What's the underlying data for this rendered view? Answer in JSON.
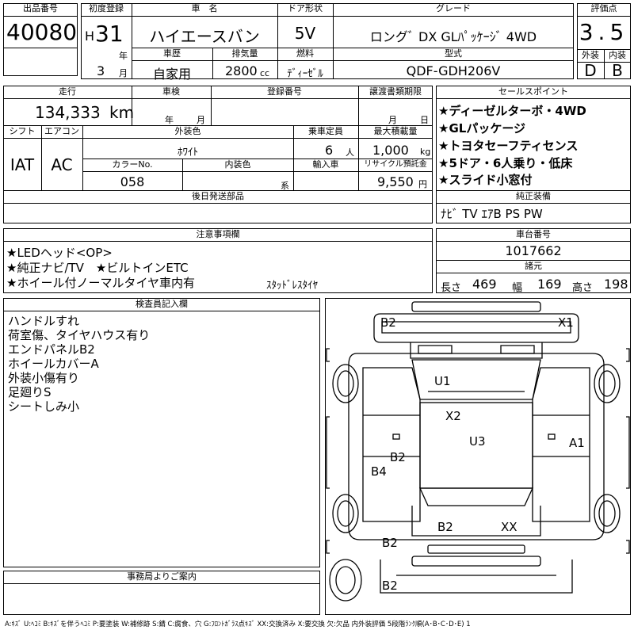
{
  "top": {
    "lot_no_label": "出品番号",
    "lot_no": "40080",
    "first_reg_label": "初度登録",
    "era_letter": "H",
    "year": "31",
    "year_unit": "年",
    "month": "3",
    "month_unit": "月",
    "name_label": "車　名",
    "name": "ハイエースバン",
    "door_label": "ドア形状",
    "door": "5V",
    "grade_label": "グレード",
    "grade": "ロングﾞ DX GLﾊﾟｯｹｰｼﾞ 4WD",
    "score_label": "評価点",
    "score": "3.5",
    "history_label": "車歴",
    "history": "自家用",
    "displacement_label": "排気量",
    "displacement": "2800",
    "displacement_unit": "cc",
    "fuel_label": "燃料",
    "fuel": "ﾃﾞｨｰｾﾞﾙ",
    "model_label": "型式",
    "model": "QDF-GDH206V",
    "exterior_label": "外装",
    "interior_label": "内装",
    "exterior": "D",
    "interior": "B"
  },
  "mid": {
    "mileage_label": "走行",
    "mileage": "134,333",
    "mileage_unit": "km",
    "inspection_label": "車検",
    "inspection_year_unit": "年",
    "inspection_month_unit": "月",
    "reg_no_label": "登録番号",
    "transfer_label": "譲渡書類期限",
    "transfer_month_unit": "月",
    "transfer_day_unit": "日",
    "shift_label": "シフト",
    "shift": "IAT",
    "ac_label": "エアコン",
    "ac": "AC",
    "color_label": "外装色",
    "color": "ﾎﾜｲﾄ",
    "capacity_label": "乗車定員",
    "capacity": "6",
    "capacity_unit": "人",
    "maxload_label": "最大積載量",
    "maxload": "1,000",
    "maxload_unit": "kg",
    "color_no_label": "カラーNo.",
    "color_no": "058",
    "int_color_label": "内装色",
    "int_color_unit": "系",
    "import_label": "輸入車",
    "recycle_label": "リサイクル預託金",
    "recycle": "9,550",
    "recycle_unit": "円",
    "later_parts_label": "後日発送部品"
  },
  "sales": {
    "label": "セールスポイント",
    "items": [
      "★ディーゼルターボ・4WD",
      "★GLパッケージ",
      "★トヨタセーフティセンス",
      "★5ドア・6人乗り・低床",
      "★スライド小窓付"
    ]
  },
  "equipment": {
    "label": "純正装備",
    "text": "ﾅﾋﾞ TV ｴｱB PS PW"
  },
  "notes": {
    "label": "注意事項欄",
    "line1": "★LEDヘッド<OP>",
    "line2": "★純正ナビ/TV　★ビルトインETC",
    "line3": "★ホイール付ノーマルタイヤ車内有",
    "line3b": "ｽﾀｯﾄﾞﾚｽﾀｲﾔ"
  },
  "chassis": {
    "label": "車台番号",
    "number": "1017662",
    "dims_label": "諸元",
    "length_label": "長さ",
    "length": "469",
    "width_label": "幅",
    "width": "169",
    "height_label": "高さ",
    "height": "198"
  },
  "inspector": {
    "label": "検査員記入欄",
    "lines": [
      "ハンドルすれ",
      "荷室傷、タイヤハウス有り",
      "エンドパネルB2",
      "ホイールカバーA",
      "外装小傷有り",
      "足廻りS",
      "シートしみ小"
    ]
  },
  "office": {
    "label": "事務局よりご案内"
  },
  "diagram": {
    "marks": [
      "B2",
      "X1",
      "U1",
      "X2",
      "U3",
      "A1",
      "B2",
      "B4",
      "B2",
      "XX",
      "B2",
      "B2"
    ]
  },
  "legend": "A:ｷｽﾞ U:ﾍｺﾐ B:ｷｽﾞを伴うﾍｺﾐ P:要塗装 W:補修跡 S:錆 C:腐食、穴 G:ﾌﾛﾝﾄｶﾞﾗｽ点ｷｽﾞ XX:交換済み X:要交換 欠:欠品 内外装評価 5段階ﾗﾝｸ順(A･B･C･D･E) 1"
}
